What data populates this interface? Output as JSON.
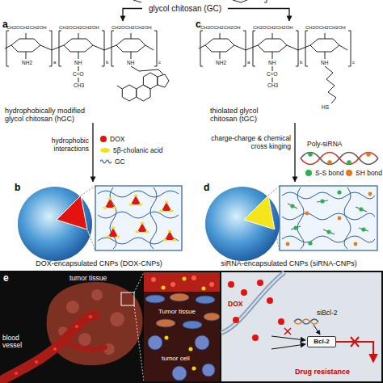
{
  "diagram": {
    "nodes": [
      {
        "text": [
          "glycol chitosan (GC)"
        ]
      },
      {
        "text": [
          "hydrophobically modified glycol chitosan (hGC)"
        ]
      },
      {
        "text": [
          "thiolated glycol chitosan (tGC)"
        ]
      },
      {
        "text": [
          "DOX-encapsulated CNPs (DOX-CNPs)"
        ]
      },
      {
        "text": [
          "siRNA-encapsulated CNPs (siRNA-CNPs)"
        ]
      },
      {
        "text": [
          "Bcl-2"
        ]
      }
    ],
    "edges": [
      {
        "from": 0,
        "to": 1,
        "arrow": "to"
      },
      {
        "from": 0,
        "to": 2,
        "arrow": "to"
      },
      {
        "from": 1,
        "to": 3,
        "label": "hydrophobic interactions",
        "arrow": "to"
      },
      {
        "from": 2,
        "to": 4,
        "label": "charge-charge & chemical cross kinging",
        "arrow": "to"
      }
    ],
    "labels": [
      "a",
      "CH2OCH2CH2OH",
      "CH2OCH2CH2OH",
      "CH2OCH2CH2OH",
      "NH2",
      "NH",
      "C=O",
      "CH3",
      "NH",
      "a",
      "b",
      "c",
      "c",
      "CH2OCH2CH2OH",
      "CH2OCH2CH2OH",
      "CH2OCH2CH2OH",
      "NH2",
      "NH",
      "C=O",
      "CH3",
      "NH",
      "a",
      "b",
      "c",
      "HS",
      "Poly-siRNA",
      "b",
      "d",
      "e",
      "tumor tissue",
      "blood vessel",
      "Tumor tissue",
      "tumor cell",
      "DOX",
      "siBcl-2",
      "Drug resistance"
    ],
    "legend": [
      {
        "text": "DOX",
        "color": "#e3140f"
      },
      {
        "text": "5β-cholanic acid",
        "color": "#f3e21b"
      },
      {
        "text": "GC"
      },
      {
        "text": "S-S bond",
        "color": "#2bb24c"
      },
      {
        "text": "SH bond",
        "color": "#e07b1f"
      }
    ]
  }
}
